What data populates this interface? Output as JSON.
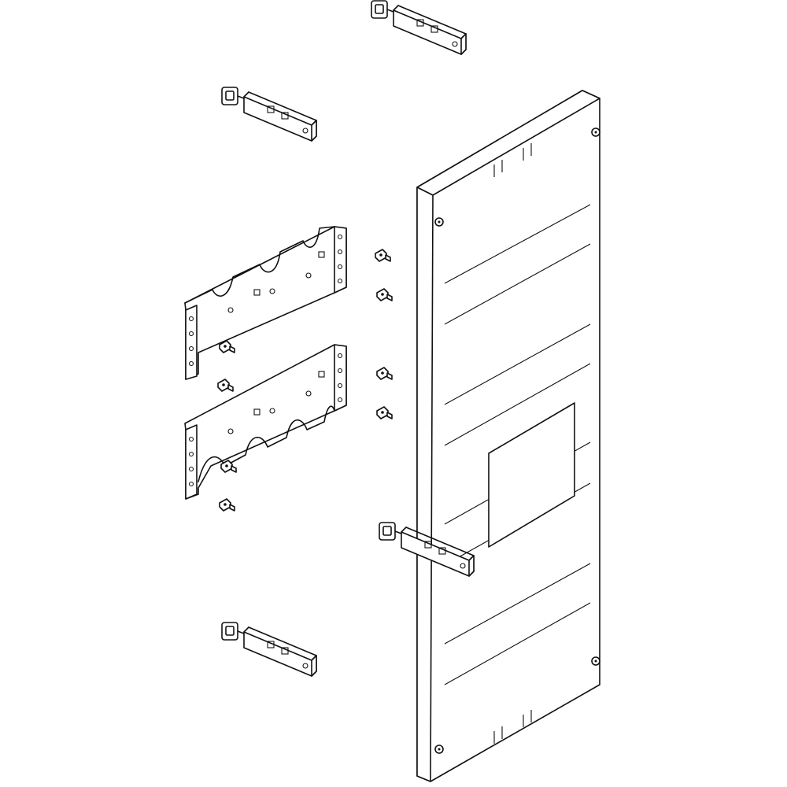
{
  "drawing": {
    "line_color": "#111111",
    "fill_color": "#ffffff",
    "components": [
      {
        "name": "enclosure-cover-panel",
        "count": 1
      },
      {
        "name": "punched-mounting-rail",
        "count": 2
      },
      {
        "name": "rail-support-bracket",
        "count": 4
      },
      {
        "name": "fixing-screw",
        "count": 8
      }
    ]
  }
}
